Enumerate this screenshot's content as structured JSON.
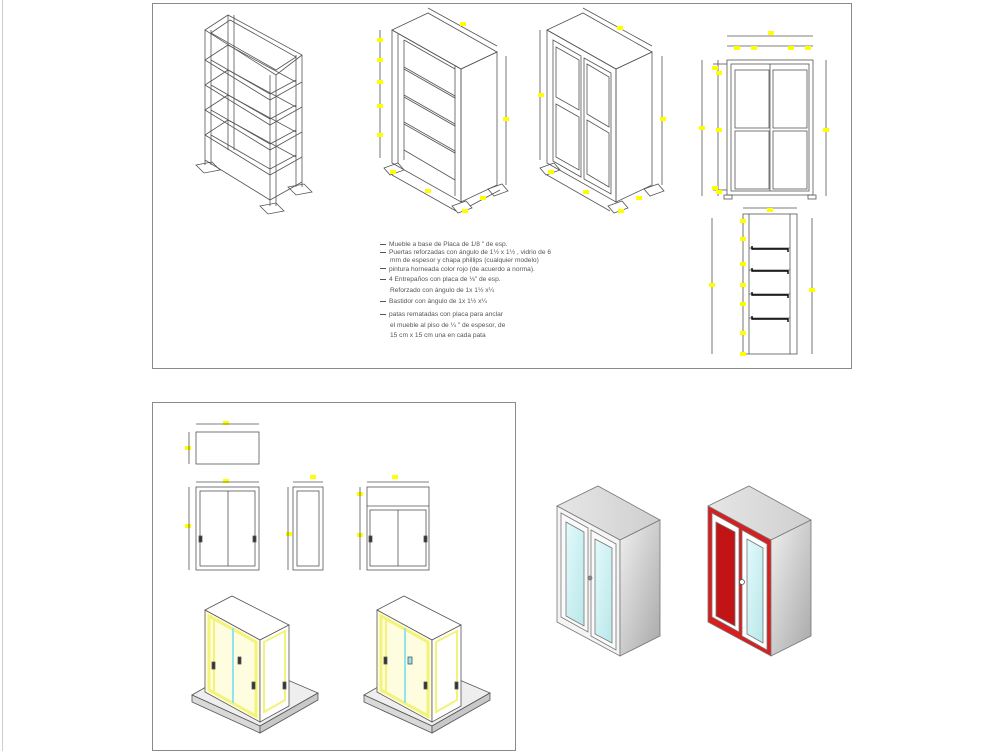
{
  "notes": {
    "line1": "Mueble a base de Placa de 1/8 \" de esp.",
    "line2": "Puertas reforzadas con ángulo de 1½ x 1½ , vidrio de 6",
    "line3": "mm de espesor  y chapa phillips (cualquier modelo)",
    "line4": "pintura horneada color rojo (de acuerdo a norma).",
    "line5": "4 Entrepaños con placa de ⅛\" de esp.",
    "line6": "Reforzado con ángulo de 1x 1½ x¼",
    "line7": "Bastidor con ángulo de 1x 1½ x¼",
    "line8": "patas rematadas con placa para anclar",
    "line9": "el mueble al piso de ¼ \" de espesor,  de",
    "line10": "15 cm x 15 cm una en cada pata"
  },
  "colors": {
    "line": "#555555",
    "dimension_marker": "#ffff00",
    "cabinet_red": "#d81e1e",
    "glass": "#cfeff2",
    "frame_yellow": "#f3f37a",
    "glass_cyan": "#8fe4ef"
  }
}
